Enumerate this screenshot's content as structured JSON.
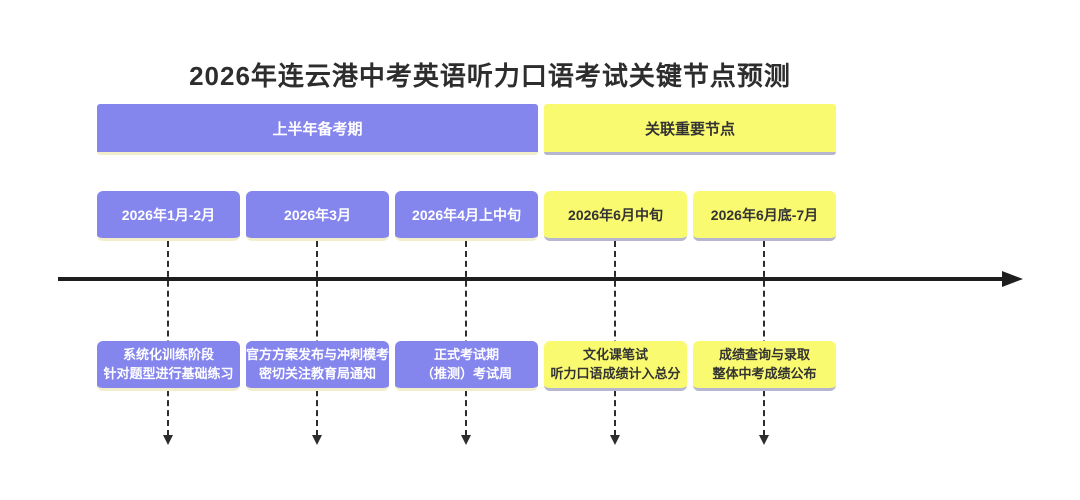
{
  "title": "2026年连云港中考英语听力口语考试关键节点预测",
  "colors": {
    "purple_phase": "#8585ee",
    "yellow_phase": "#fafa70",
    "axis": "#1e1e1e",
    "text_dark": "#333333",
    "text_light": "#ffffff"
  },
  "phases": [
    {
      "label": "上半年备考期",
      "theme": "purple"
    },
    {
      "label": "关联重要节点",
      "theme": "yellow"
    }
  ],
  "milestones": [
    {
      "date": "2026年1月-2月",
      "desc_line1": "系统化训练阶段",
      "desc_line2": "针对题型进行基础练习",
      "theme": "purple"
    },
    {
      "date": "2026年3月",
      "desc_line1": "官方方案发布与冲刺模考",
      "desc_line2": "密切关注教育局通知",
      "theme": "purple"
    },
    {
      "date": "2026年4月上中旬",
      "desc_line1": "正式考试期",
      "desc_line2": "（推测）考试周",
      "theme": "purple"
    },
    {
      "date": "2026年6月中旬",
      "desc_line1": "文化课笔试",
      "desc_line2": "听力口语成绩计入总分",
      "theme": "yellow"
    },
    {
      "date": "2026年6月底-7月",
      "desc_line1": "成绩查询与录取",
      "desc_line2": "整体中考成绩公布",
      "theme": "yellow"
    }
  ]
}
